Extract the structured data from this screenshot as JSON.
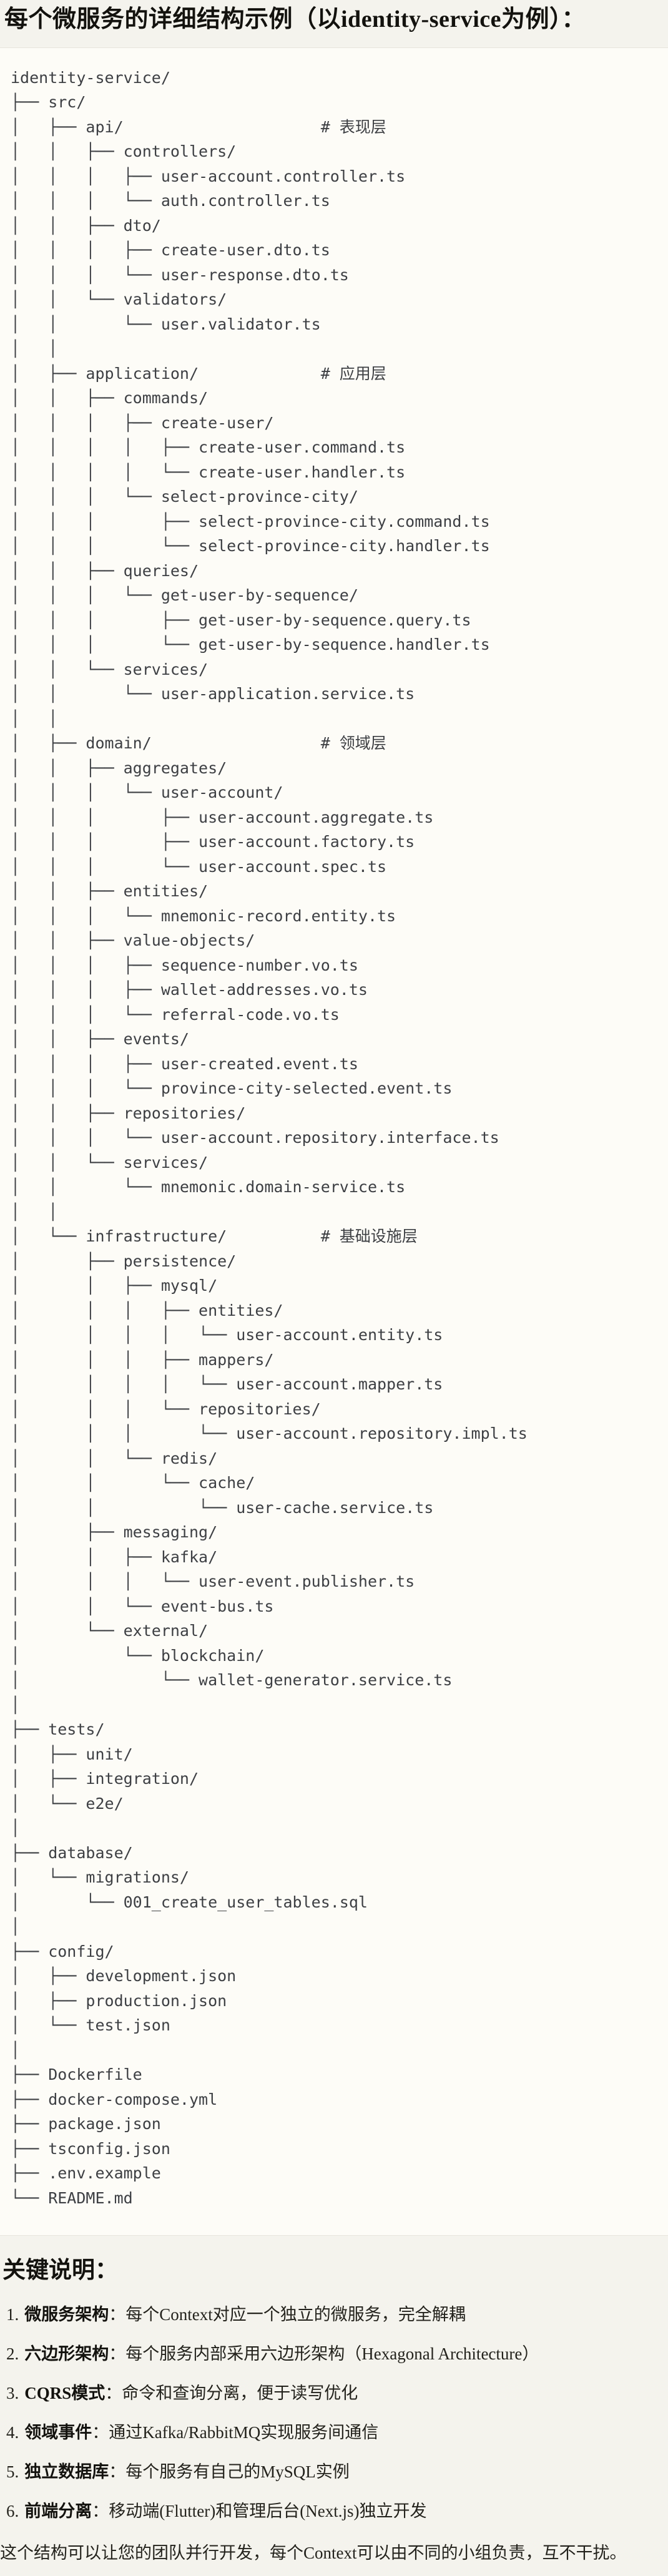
{
  "page": {
    "title": "每个微服务的详细结构示例（以identity-service为例）："
  },
  "tree": {
    "lines": [
      "identity-service/",
      "├── src/",
      "│   ├── api/                     # 表现层",
      "│   │   ├── controllers/",
      "│   │   │   ├── user-account.controller.ts",
      "│   │   │   └── auth.controller.ts",
      "│   │   ├── dto/",
      "│   │   │   ├── create-user.dto.ts",
      "│   │   │   └── user-response.dto.ts",
      "│   │   └── validators/",
      "│   │       └── user.validator.ts",
      "│   │",
      "│   ├── application/             # 应用层",
      "│   │   ├── commands/",
      "│   │   │   ├── create-user/",
      "│   │   │   │   ├── create-user.command.ts",
      "│   │   │   │   └── create-user.handler.ts",
      "│   │   │   └── select-province-city/",
      "│   │   │       ├── select-province-city.command.ts",
      "│   │   │       └── select-province-city.handler.ts",
      "│   │   ├── queries/",
      "│   │   │   └── get-user-by-sequence/",
      "│   │   │       ├── get-user-by-sequence.query.ts",
      "│   │   │       └── get-user-by-sequence.handler.ts",
      "│   │   └── services/",
      "│   │       └── user-application.service.ts",
      "│   │",
      "│   ├── domain/                  # 领域层",
      "│   │   ├── aggregates/",
      "│   │   │   └── user-account/",
      "│   │   │       ├── user-account.aggregate.ts",
      "│   │   │       ├── user-account.factory.ts",
      "│   │   │       └── user-account.spec.ts",
      "│   │   ├── entities/",
      "│   │   │   └── mnemonic-record.entity.ts",
      "│   │   ├── value-objects/",
      "│   │   │   ├── sequence-number.vo.ts",
      "│   │   │   ├── wallet-addresses.vo.ts",
      "│   │   │   └── referral-code.vo.ts",
      "│   │   ├── events/",
      "│   │   │   ├── user-created.event.ts",
      "│   │   │   └── province-city-selected.event.ts",
      "│   │   ├── repositories/",
      "│   │   │   └── user-account.repository.interface.ts",
      "│   │   └── services/",
      "│   │       └── mnemonic.domain-service.ts",
      "│   │",
      "│   └── infrastructure/          # 基础设施层",
      "│       ├── persistence/",
      "│       │   ├── mysql/",
      "│       │   │   ├── entities/",
      "│       │   │   │   └── user-account.entity.ts",
      "│       │   │   ├── mappers/",
      "│       │   │   │   └── user-account.mapper.ts",
      "│       │   │   └── repositories/",
      "│       │   │       └── user-account.repository.impl.ts",
      "│       │   └── redis/",
      "│       │       └── cache/",
      "│       │           └── user-cache.service.ts",
      "│       ├── messaging/",
      "│       │   ├── kafka/",
      "│       │   │   └── user-event.publisher.ts",
      "│       │   └── event-bus.ts",
      "│       └── external/",
      "│           └── blockchain/",
      "│               └── wallet-generator.service.ts",
      "│",
      "├── tests/",
      "│   ├── unit/",
      "│   ├── integration/",
      "│   └── e2e/",
      "│",
      "├── database/",
      "│   └── migrations/",
      "│       └── 001_create_user_tables.sql",
      "│",
      "├── config/",
      "│   ├── development.json",
      "│   ├── production.json",
      "│   └── test.json",
      "│",
      "├── Dockerfile",
      "├── docker-compose.yml",
      "├── package.json",
      "├── tsconfig.json",
      "├── .env.example",
      "└── README.md"
    ]
  },
  "notes": {
    "heading": "关键说明：",
    "items": [
      {
        "num": "1.",
        "label": "微服务架构",
        "colon": "：",
        "text": "每个Context对应一个独立的微服务，完全解耦"
      },
      {
        "num": "2.",
        "label": "六边形架构",
        "colon": "：",
        "text": "每个服务内部采用六边形架构（Hexagonal Architecture）"
      },
      {
        "num": "3.",
        "label": "CQRS模式",
        "colon": "：",
        "text": "命令和查询分离，便于读写优化"
      },
      {
        "num": "4.",
        "label": "领域事件",
        "colon": "：",
        "text": "通过Kafka/RabbitMQ实现服务间通信"
      },
      {
        "num": "5.",
        "label": "独立数据库",
        "colon": "：",
        "text": "每个服务有自己的MySQL实例"
      },
      {
        "num": "6.",
        "label": "前端分离",
        "colon": "：",
        "text": "移动端(Flutter)和管理后台(Next.js)独立开发"
      }
    ],
    "footer": "这个结构可以让您的团队并行开发，每个Context可以由不同的小组负责，互不干扰。"
  }
}
